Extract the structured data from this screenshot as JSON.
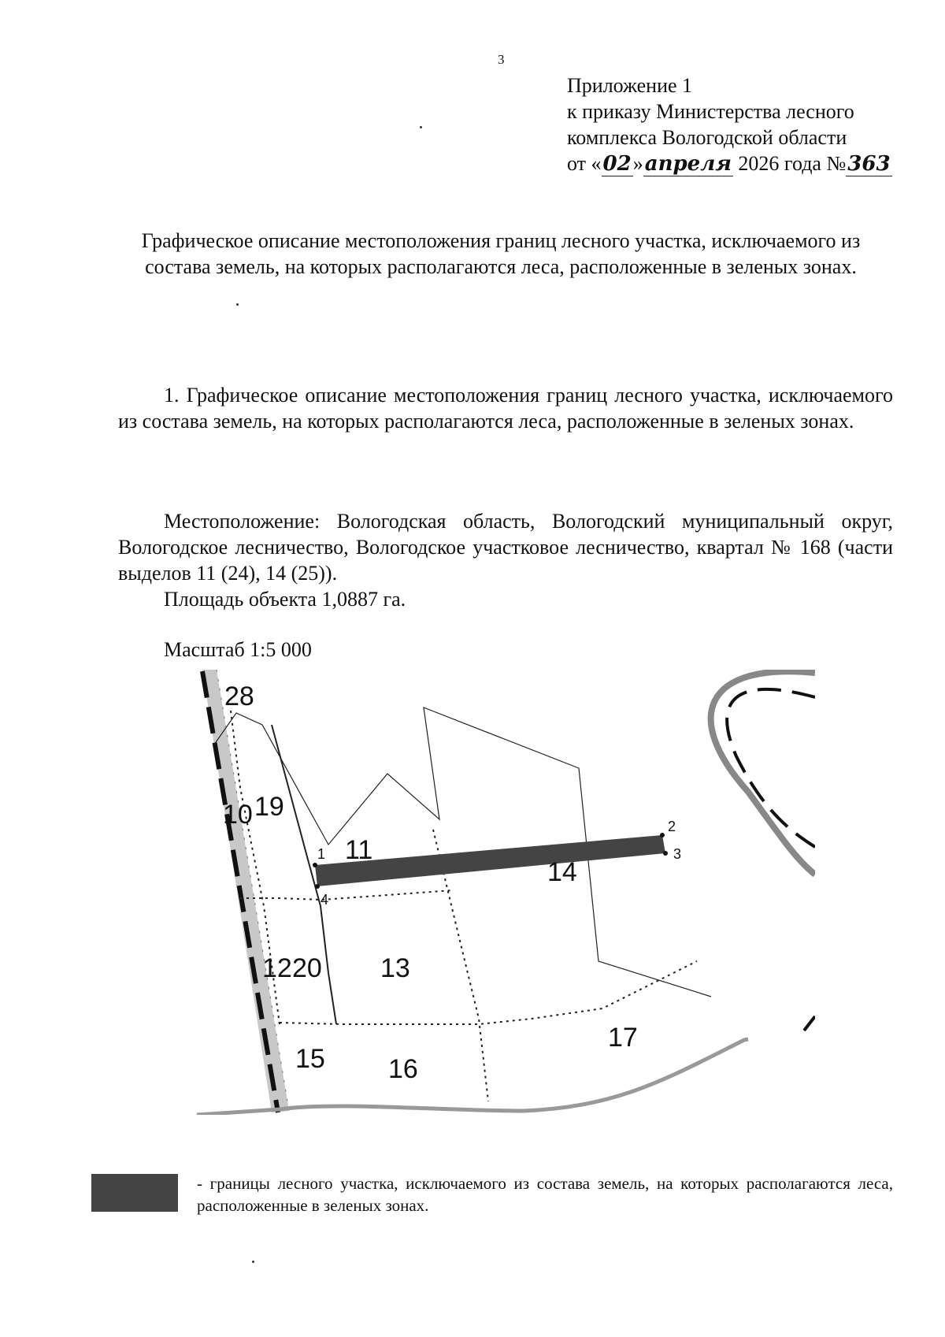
{
  "page_number": "3",
  "appendix": {
    "line1": "Приложение 1",
    "line2": "к приказу Министерства лесного",
    "line3": "комплекса Вологодской области",
    "date_prefix": "от «",
    "handwritten_day": "02",
    "date_mid": "»",
    "handwritten_month": "апреля",
    "date_suffix": " 2026 года №",
    "handwritten_number": "363"
  },
  "title": "Графическое описание местоположения границ лесного участка, исключаемого из состава земель, на которых располагаются леса, расположенные в зеленых зонах.",
  "section1": "1.   Графическое описание местоположения границ лесного участка, исключаемого из состава земель, на которых располагаются леса, расположенные в зеленых зонах.",
  "location": "Местоположение: Вологодская область, Вологодский муниципальный округ, Вологодское лесничество, Вологодское участковое лесничество, квартал № 168 (части выделов 11 (24), 14 (25)).",
  "area": "Площадь объекта 1,0887 га.",
  "scale": "Масштаб 1:5 000",
  "map": {
    "plot_labels": [
      "28",
      "10",
      "19",
      "11",
      "14",
      "13",
      "12",
      "20",
      "15",
      "16",
      "17"
    ],
    "point_labels": [
      "1",
      "2",
      "3",
      "4"
    ],
    "boundary_color": "#444444"
  },
  "legend": {
    "text": "- границы лесного участка, исключаемого из состава земель, на которых располагаются леса, расположенные в зеленых зонах."
  }
}
